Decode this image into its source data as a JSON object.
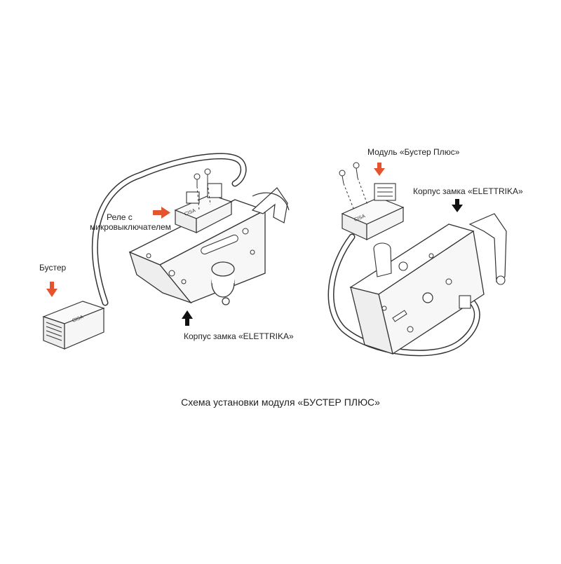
{
  "labels": {
    "booster": "Бустер",
    "relay_line1": "Реле с",
    "relay_line2": "микровыключателем",
    "lock_body_left": "Корпус замка «ELETTRIKA»",
    "module_booster_plus": "Модуль «Бустер Плюс»",
    "lock_body_right": "Корпус замка «ELETTRIKA»"
  },
  "caption": "Схема установки модуля «БУСТЕР ПЛЮС»",
  "colors": {
    "arrow_red": "#e4542f",
    "arrow_black": "#111111",
    "line": "#333333",
    "cable_fill": "#ffffff",
    "module_fill": "#f4f4f4"
  },
  "icons": {
    "down_arrow": "arrow-down-icon",
    "up_arrow": "arrow-up-icon",
    "right_arrow": "arrow-right-icon",
    "screw": "screw-icon"
  }
}
